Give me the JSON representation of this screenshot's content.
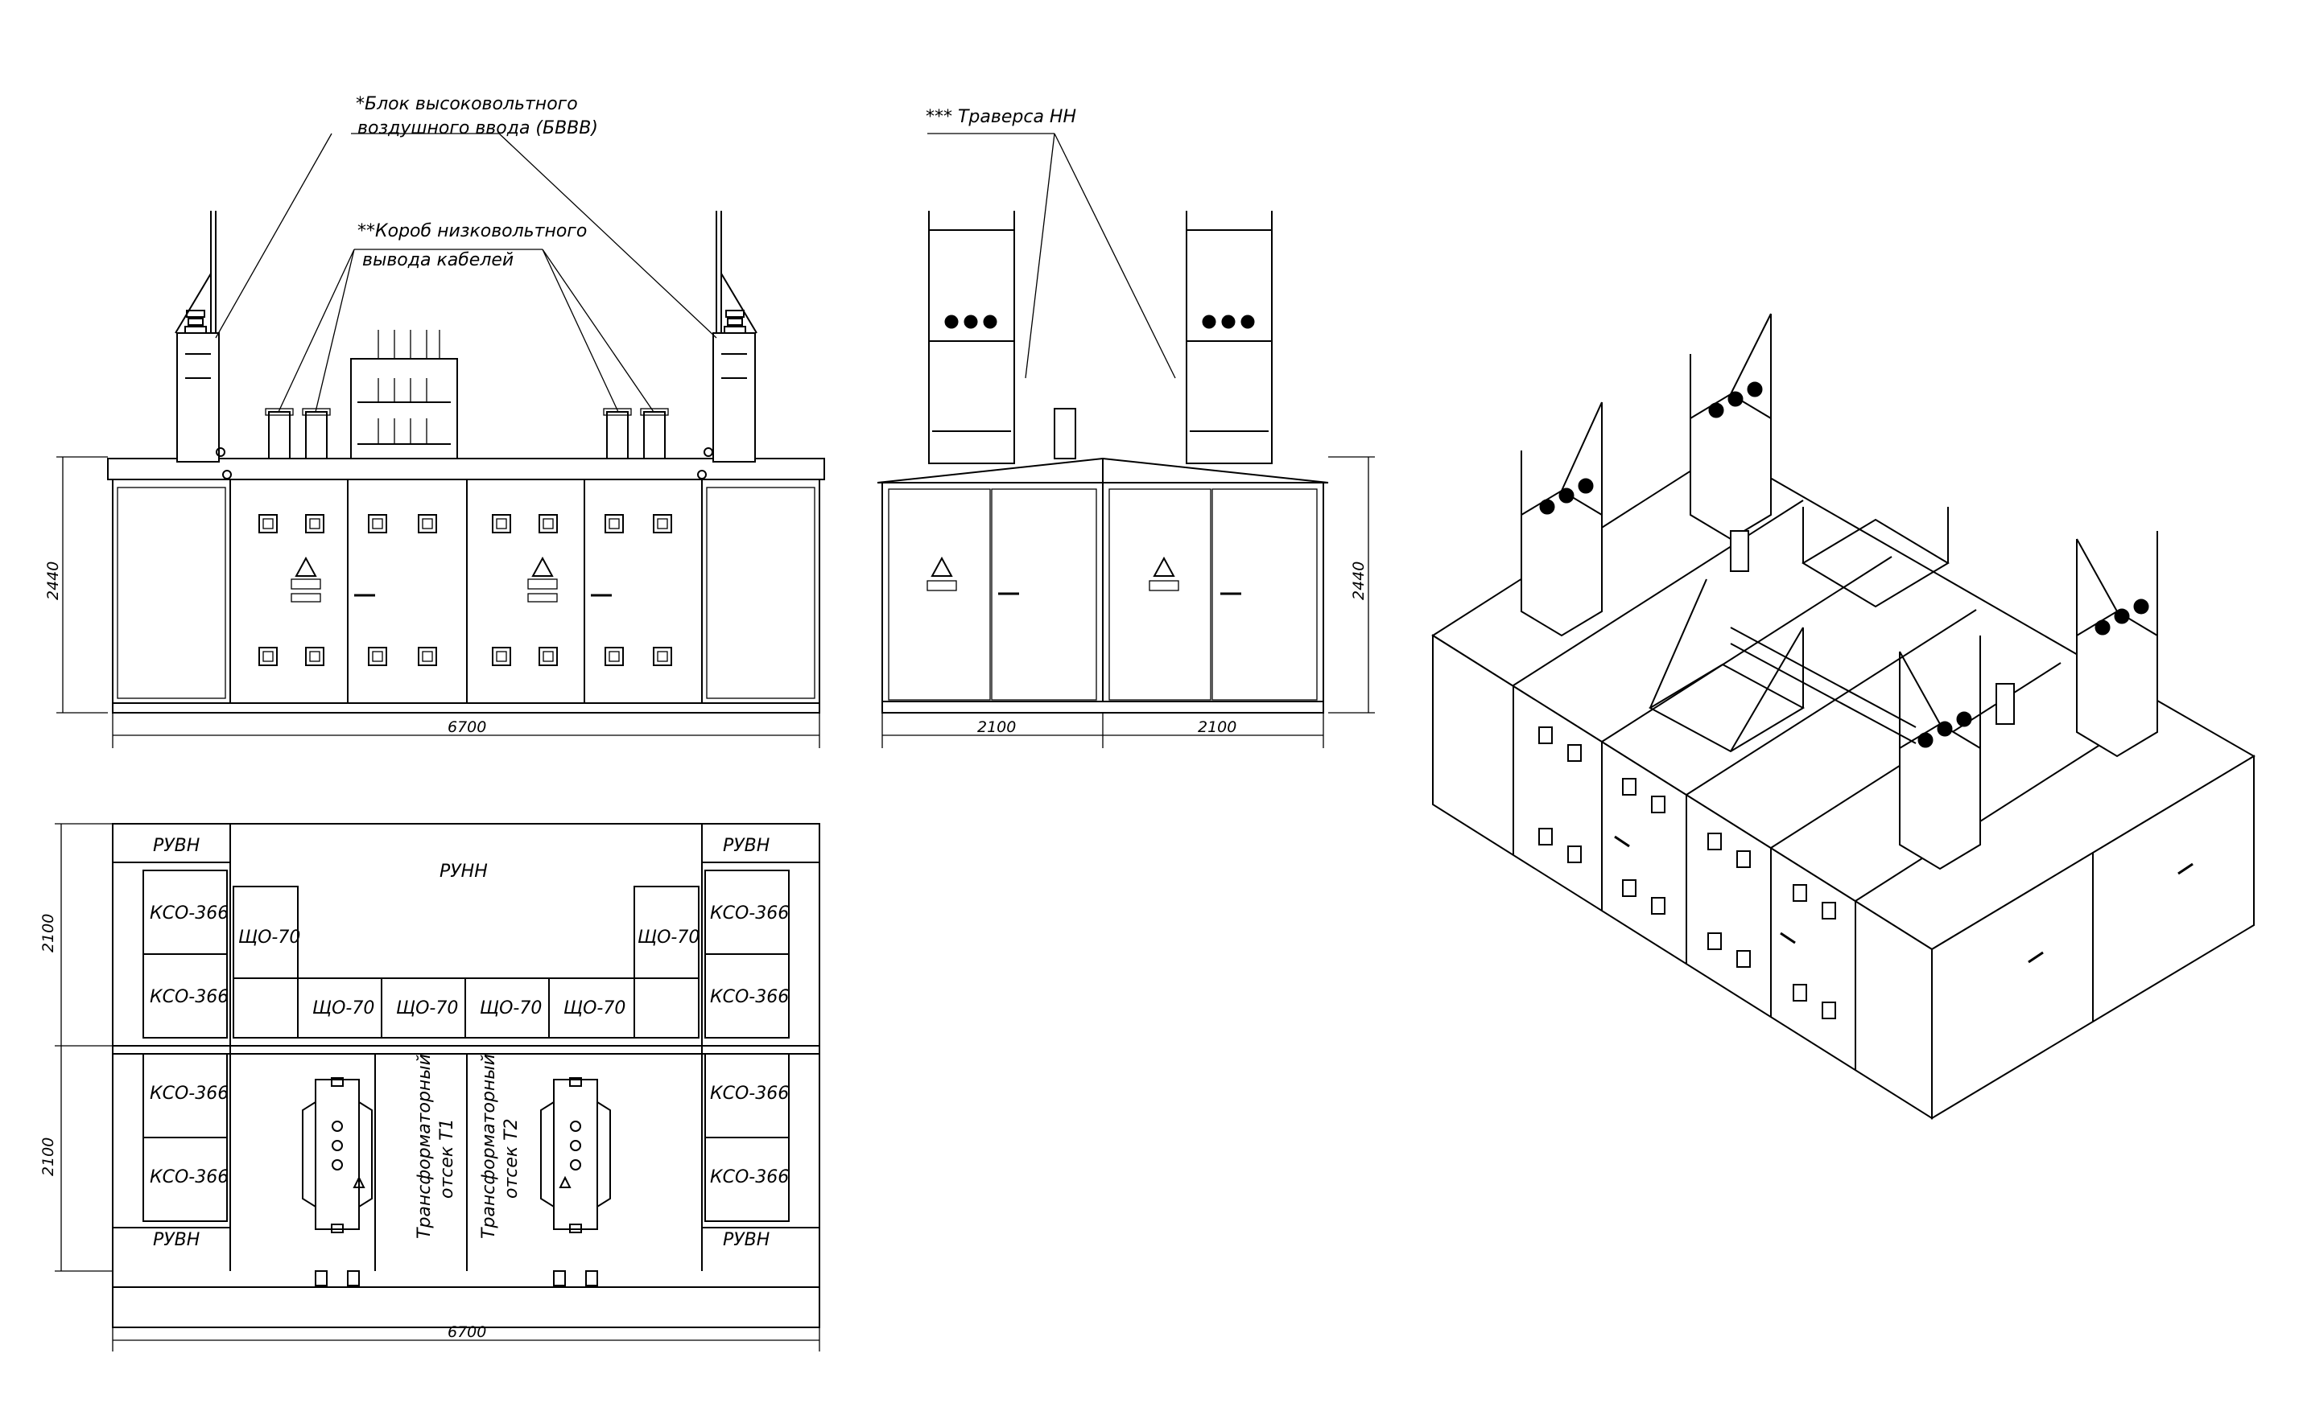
{
  "annotations": {
    "bvvv_line1": "*Блок высоковольтного",
    "bvvv_line2": "воздушного ввода (БВВВ)",
    "korob_line1": "**Короб низковольтного",
    "korob_line2": "вывода кабелей",
    "traversa": "*** Траверса НН"
  },
  "dimensions": {
    "front_height": "2440",
    "front_width": "6700",
    "side_height": "2440",
    "side_width_left": "2100",
    "side_width_right": "2100",
    "plan_width": "6700",
    "plan_height_top": "2100",
    "plan_height_bottom": "2100"
  },
  "plan": {
    "ruvn_tl": "РУВН",
    "ruvn_tr": "РУВН",
    "ruvn_bl": "РУВН",
    "ruvn_br": "РУВН",
    "runn": "РУНН",
    "kso": [
      "КСО-366",
      "КСО-366",
      "КСО-366",
      "КСО-366",
      "КСО-366",
      "КСО-366",
      "КСО-366",
      "КСО-366"
    ],
    "shcho_left": "ЩО-70",
    "shcho_right": "ЩО-70",
    "shcho_row": [
      "ЩО-70",
      "ЩО-70",
      "ЩО-70",
      "ЩО-70"
    ],
    "t1_line1": "Трансформаторный",
    "t1_line2": "отсек Т1",
    "t2_line1": "Трансформаторный",
    "t2_line2": "отсек Т2"
  }
}
